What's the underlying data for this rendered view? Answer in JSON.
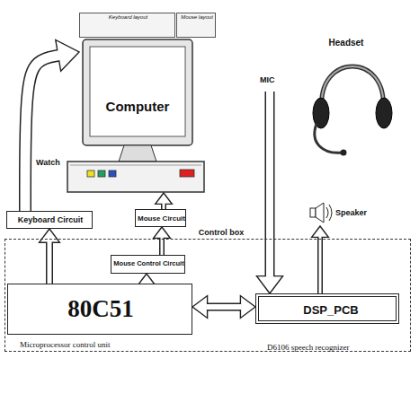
{
  "diagram": {
    "nodes": [
      {
        "text": [
          "Headset"
        ]
      },
      {
        "text": [
          "Computer"
        ]
      },
      {
        "text": [
          "Keyboard layout"
        ],
        "in": 1
      },
      {
        "text": [
          "Mouse layout"
        ],
        "in": 1
      },
      {
        "text": [
          "Speaker"
        ]
      },
      {
        "text": [
          "Keyboard Circuit"
        ]
      },
      {
        "text": [
          "Mouse Circuit"
        ]
      },
      {
        "text": [
          "Control box"
        ]
      },
      {
        "text": [
          "Mouse Control Circuit"
        ],
        "in": 7
      },
      {
        "text": [
          "80C51",
          "Microprocessor control unit"
        ],
        "in": 7
      },
      {
        "text": [
          "DSP_PCB",
          "D6106 speech recognizer"
        ],
        "in": 7
      }
    ],
    "edges": [
      {
        "from": 9,
        "to": 5,
        "arrow": "to"
      },
      {
        "from": 9,
        "to": 8,
        "arrow": "to"
      },
      {
        "from": 8,
        "to": 6,
        "arrow": "to"
      },
      {
        "from": 6,
        "to": 1,
        "arrow": "to"
      },
      {
        "from": 5,
        "to": 1,
        "label": "Watch",
        "arrow": "to"
      },
      {
        "from": 9,
        "to": 10,
        "arrow": "both"
      },
      {
        "from": 0,
        "to": 10,
        "label": "MIC",
        "arrow": "to"
      },
      {
        "from": 10,
        "to": 4,
        "arrow": "to"
      }
    ]
  }
}
